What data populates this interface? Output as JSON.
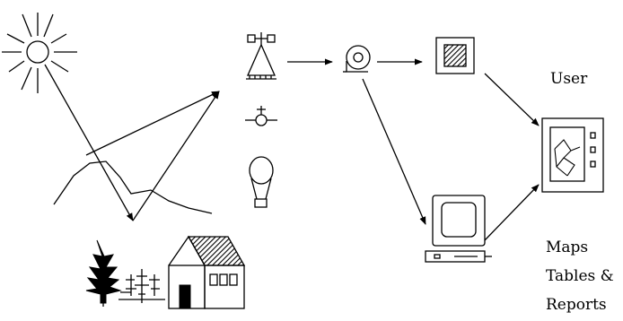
{
  "labels": {
    "user": "User",
    "outputs": [
      "Maps",
      "Tables &",
      "Reports"
    ]
  },
  "icons": {
    "sun": "sun-icon",
    "terrain": "terrain-profile",
    "tree": "tree-icon",
    "shrubs": "shrubs-icon",
    "house": "house-icon",
    "satellite": "satellite-icon",
    "aircraft": "aircraft-icon",
    "balloon": "balloon-icon",
    "receiver": "ground-receiver-icon",
    "image": "image-frame-icon",
    "computer": "computer-terminal-icon",
    "user_display": "user-map-display-icon"
  },
  "colors": {
    "ink": "#000000",
    "background": "#ffffff"
  }
}
